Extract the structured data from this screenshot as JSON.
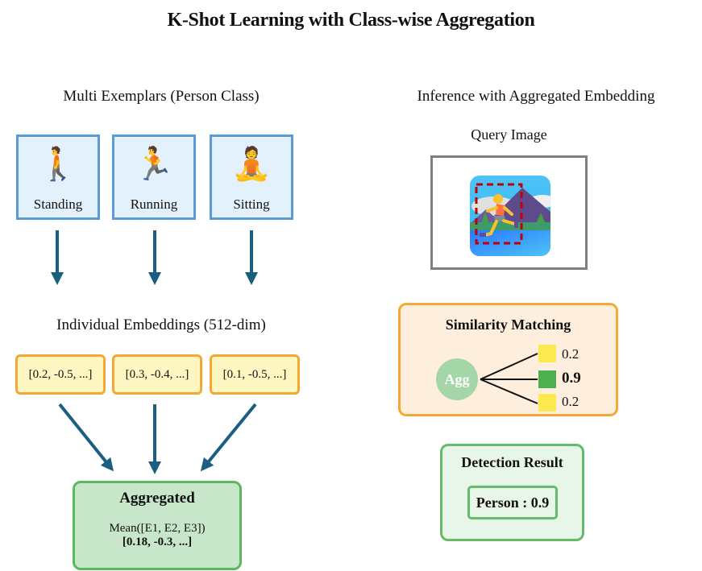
{
  "title": "K-Shot Learning with Class-wise Aggregation",
  "left": {
    "section_title": "Multi Exemplars (Person Class)",
    "exemplars": [
      {
        "label": "Standing",
        "icon": "person-walking-icon",
        "glyph": "🚶"
      },
      {
        "label": "Running",
        "icon": "person-running-icon",
        "glyph": "🏃"
      },
      {
        "label": "Sitting",
        "icon": "person-lotus-position-icon",
        "glyph": "🧘"
      }
    ],
    "embeddings_title": "Individual Embeddings (512-dim)",
    "embeddings": [
      "[0.2, -0.5, ...]",
      "[0.3, -0.4, ...]",
      "[0.1, -0.5, ...]"
    ],
    "aggregated": {
      "heading": "Aggregated",
      "formula": "Mean([E1, E2, E3])",
      "value": "[0.18, -0.3, ...]"
    }
  },
  "right": {
    "section_title": "Inference with Aggregated Embedding",
    "query_label": "Query Image",
    "query_icon": "person-running-landscape-icon",
    "similarity": {
      "title": "Similarity Matching",
      "node_label": "Agg",
      "scores": [
        {
          "value": "0.2",
          "color": "#fce94f",
          "bold": false
        },
        {
          "value": "0.9",
          "color": "#4caf50",
          "bold": true
        },
        {
          "value": "0.2",
          "color": "#fce94f",
          "bold": false
        }
      ]
    },
    "detection": {
      "title": "Detection Result",
      "result": "Person : 0.9"
    }
  },
  "colors": {
    "arrow": "#1a5f80",
    "exemplar_border": "#5a9bd5",
    "embedding_border": "#f5a833",
    "aggregated_border": "#5cb85c",
    "bbox_dashed": "#c00000"
  }
}
